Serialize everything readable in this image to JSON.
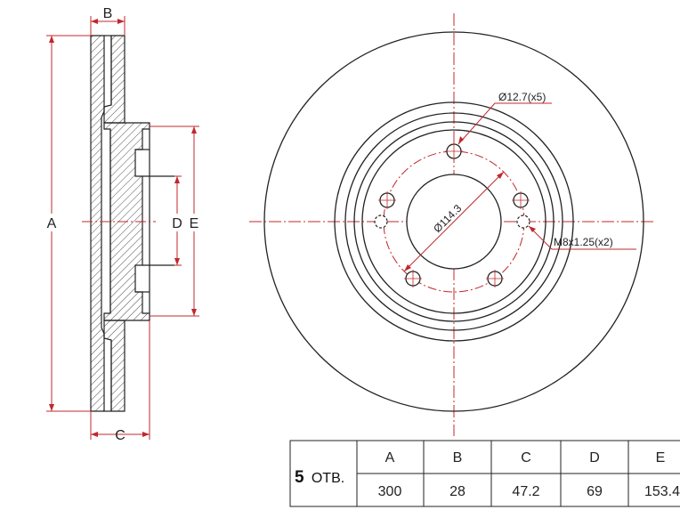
{
  "side_view": {
    "dim_labels": {
      "a": "A",
      "b": "B",
      "c": "C",
      "d": "D",
      "e": "E"
    }
  },
  "front_view": {
    "callouts": {
      "hole_diameter": "Ø12.7(x5)",
      "pcd": "Ø114.3",
      "thread": "M8x1.25(x2)"
    }
  },
  "spec_table": {
    "holes_count": "5",
    "holes_suffix": "ОТВ.",
    "headers": [
      "A",
      "B",
      "C",
      "D",
      "E"
    ],
    "values": [
      "300",
      "28",
      "47.2",
      "69",
      "153.4"
    ]
  },
  "colors": {
    "outline": "#222222",
    "dimension": "#c0282d"
  }
}
